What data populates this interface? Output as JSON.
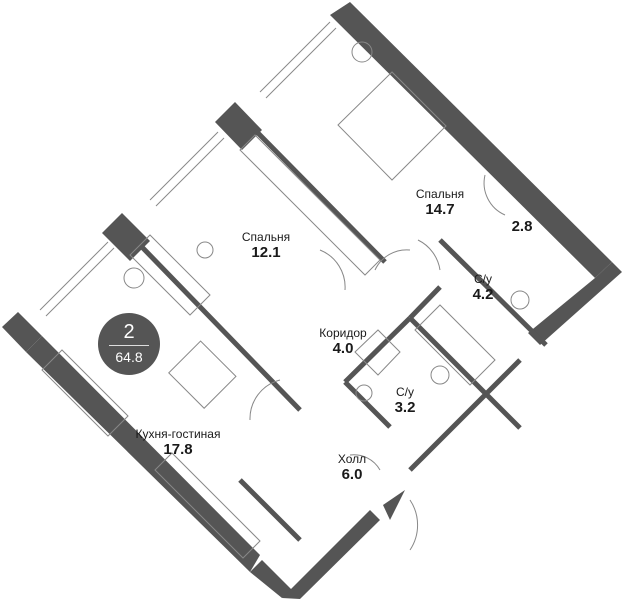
{
  "plan": {
    "rooms_count": "2",
    "total_area": "64.8",
    "wall_color": "#555555",
    "line_color": "#777777",
    "rooms": [
      {
        "name": "Спальня",
        "area": "12.1"
      },
      {
        "name": "Спальня",
        "area": "14.7"
      },
      {
        "name": "",
        "area": "2.8"
      },
      {
        "name": "С/у",
        "area": "4.2"
      },
      {
        "name": "Коридор",
        "area": "4.0"
      },
      {
        "name": "С/у",
        "area": "3.2"
      },
      {
        "name": "Кухня-гостиная",
        "area": "17.8"
      },
      {
        "name": "Холл",
        "area": "6.0"
      }
    ],
    "icons": [
      "plant-icon",
      "bed-icon",
      "wardrobe-icon",
      "desk-icon",
      "chair-icon",
      "sofa-icon",
      "dining-table-icon",
      "kitchen-counter-icon",
      "stove-icon",
      "sink-icon",
      "bathtub-icon",
      "shower-icon",
      "toilet-icon",
      "washbasin-icon",
      "washing-machine-icon",
      "entrance-arrow-icon"
    ]
  }
}
